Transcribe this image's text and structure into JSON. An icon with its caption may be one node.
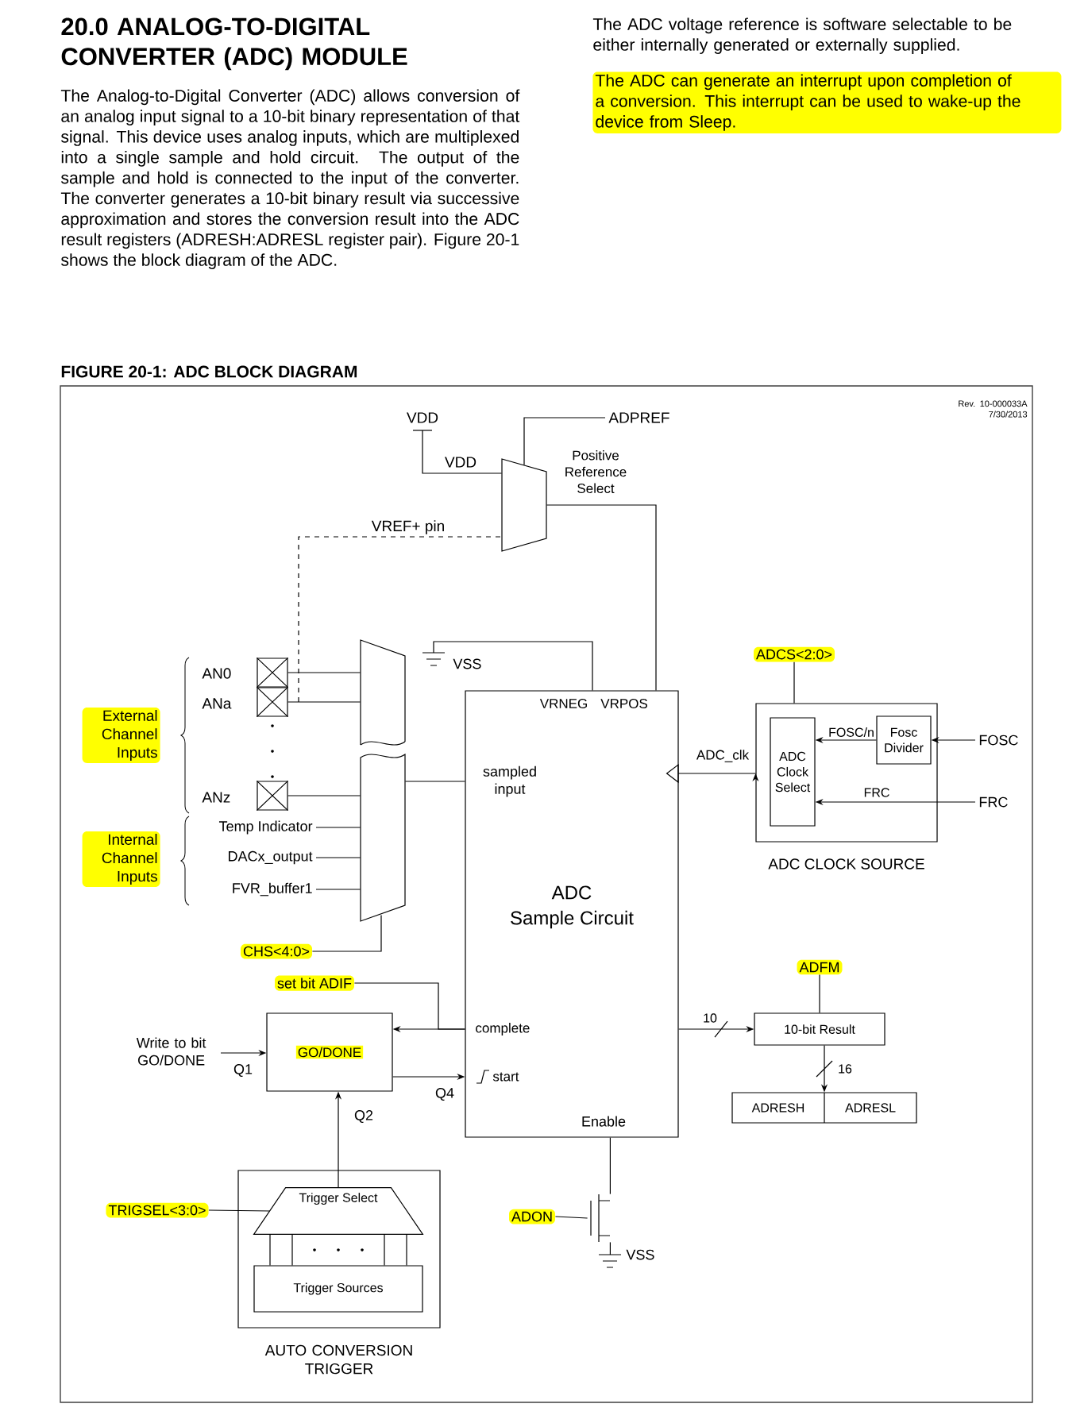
{
  "diagram": {
    "title": "20.0 ANALOG-TO-DIGITAL CONVERTER (ADC) MODULE",
    "caption": "FIGURE 20-1: ADC BLOCK DIAGRAM",
    "nodes": [
      {
        "text": [
          "VDD"
        ]
      },
      {
        "text": [
          "ADPREF"
        ]
      },
      {
        "text": [],
        "shape": "mux",
        "beside": [
          "Positive Reference Select"
        ]
      },
      {
        "text": [],
        "shape": "box",
        "beside": [
          "AN0"
        ]
      },
      {
        "text": [],
        "shape": "box",
        "beside": [
          "ANa"
        ]
      },
      {
        "text": [],
        "shape": "box",
        "beside": [
          "ANz"
        ]
      },
      {
        "text": [
          "Temp Indicator"
        ]
      },
      {
        "text": [
          "DACx_output"
        ]
      },
      {
        "text": [
          "FVR_buffer1"
        ]
      },
      {
        "text": [],
        "shape": "mux"
      },
      {
        "text": [
          "CHS<4:0>"
        ]
      },
      {
        "text": [
          "VSS"
        ]
      },
      {
        "text": [
          "VRNEG",
          "VRPOS",
          "sampled input",
          "ADC",
          "Sample Circuit",
          "complete",
          "start",
          "Enable"
        ]
      },
      {
        "text": [
          "ADCS<2:0>"
        ]
      },
      {
        "text": [
          "ADC CLOCK SOURCE"
        ]
      },
      {
        "text": [
          "ADC Clock Select"
        ],
        "in": 14
      },
      {
        "text": [
          "Fosc Divider"
        ],
        "in": 14
      },
      {
        "text": [
          "FOSC"
        ]
      },
      {
        "text": [
          "FRC"
        ]
      },
      {
        "text": [
          "ADFM"
        ]
      },
      {
        "text": [
          "10-bit Result"
        ]
      },
      {
        "text": [
          "ADRESH",
          "ADRESL"
        ]
      },
      {
        "text": [
          "set bit ADIF"
        ]
      },
      {
        "text": [
          "Write to bit GO/DONE"
        ]
      },
      {
        "text": [
          "GO/DONE"
        ]
      },
      {
        "text": [
          "TRIGSEL<3:0>"
        ]
      },
      {
        "text": [
          "AUTO CONVERSION TRIGGER"
        ]
      },
      {
        "text": [
          "Trigger Select"
        ],
        "in": 26
      },
      {
        "text": [
          "Trigger Sources"
        ],
        "in": 26
      },
      {
        "text": [
          "ADON"
        ]
      },
      {
        "text": [],
        "shape": "transistor"
      },
      {
        "text": [
          "VSS"
        ]
      }
    ],
    "edges": [
      {
        "from": 0,
        "to": 2,
        "arrow": "none",
        "label": "VDD"
      },
      {
        "from": 1,
        "to": 2,
        "arrow": "none"
      },
      {
        "from": 4,
        "to": 2,
        "arrow": "none",
        "style": "dashed",
        "label": "VREF+ pin"
      },
      {
        "from": 2,
        "to": 12,
        "arrow": "none"
      },
      {
        "from": 3,
        "to": 9,
        "arrow": "none"
      },
      {
        "from": 4,
        "to": 9,
        "arrow": "none"
      },
      {
        "from": 5,
        "to": 9,
        "arrow": "none"
      },
      {
        "from": 6,
        "to": 9,
        "arrow": "none"
      },
      {
        "from": 7,
        "to": 9,
        "arrow": "none"
      },
      {
        "from": 8,
        "to": 9,
        "arrow": "none"
      },
      {
        "from": 10,
        "to": 9,
        "arrow": "none"
      },
      {
        "from": 9,
        "to": 12,
        "arrow": "none"
      },
      {
        "from": 11,
        "to": 12,
        "arrow": "none"
      },
      {
        "from": 13,
        "to": 14,
        "arrow": "none"
      },
      {
        "from": 17,
        "to": 16,
        "arrow": "to"
      },
      {
        "from": 16,
        "to": 15,
        "arrow": "to",
        "label": "FOSC/n"
      },
      {
        "from": 18,
        "to": 15,
        "arrow": "to",
        "label": "FRC"
      },
      {
        "from": 14,
        "to": 12,
        "arrow": "to",
        "label": "ADC_clk"
      },
      {
        "from": 12,
        "to": 20,
        "arrow": "to",
        "label": "10"
      },
      {
        "from": 19,
        "to": 20,
        "arrow": "none"
      },
      {
        "from": 20,
        "to": 21,
        "arrow": "to",
        "label": "16"
      },
      {
        "from": 12,
        "to": 24,
        "arrow": "to"
      },
      {
        "from": 12,
        "to": 22,
        "arrow": "none"
      },
      {
        "from": 23,
        "to": 24,
        "arrow": "to",
        "label": "Q1"
      },
      {
        "from": 24,
        "to": 12,
        "arrow": "to",
        "label": "Q4"
      },
      {
        "from": 27,
        "to": 24,
        "arrow": "to",
        "label": "Q2"
      },
      {
        "from": 25,
        "to": 27,
        "arrow": "none"
      },
      {
        "from": 28,
        "to": 27,
        "arrow": "none"
      },
      {
        "from": 28,
        "to": 27,
        "arrow": "none"
      },
      {
        "from": 28,
        "to": 27,
        "arrow": "none"
      },
      {
        "from": 28,
        "to": 27,
        "arrow": "none"
      },
      {
        "from": 29,
        "to": 30,
        "arrow": "none"
      },
      {
        "from": 30,
        "to": 12,
        "arrow": "none"
      },
      {
        "from": 30,
        "to": 31,
        "arrow": "none"
      }
    ],
    "labels": [
      "The Analog-to-Digital Converter (ADC) allows conversion of an analog input signal to a 10-bit binary representation of that signal. This device uses analog inputs, which are multiplexed into a single sample and hold circuit. The output of the sample and hold is connected to the input of the converter. The converter generates a 10-bit binary result via successive approximation and stores the conversion result into the ADC result registers (ADRESH:ADRESL register pair). Figure 20-1 shows the block diagram of the ADC.",
      "The ADC voltage reference is software selectable to be either internally generated or externally supplied.",
      "The ADC can generate an interrupt upon completion of a conversion. This interrupt can be used to wake-up the device from Sleep.",
      "Rev. 10-000033A 7/30/2013",
      "External Channel Inputs",
      "Internal Channel Inputs"
    ]
  }
}
